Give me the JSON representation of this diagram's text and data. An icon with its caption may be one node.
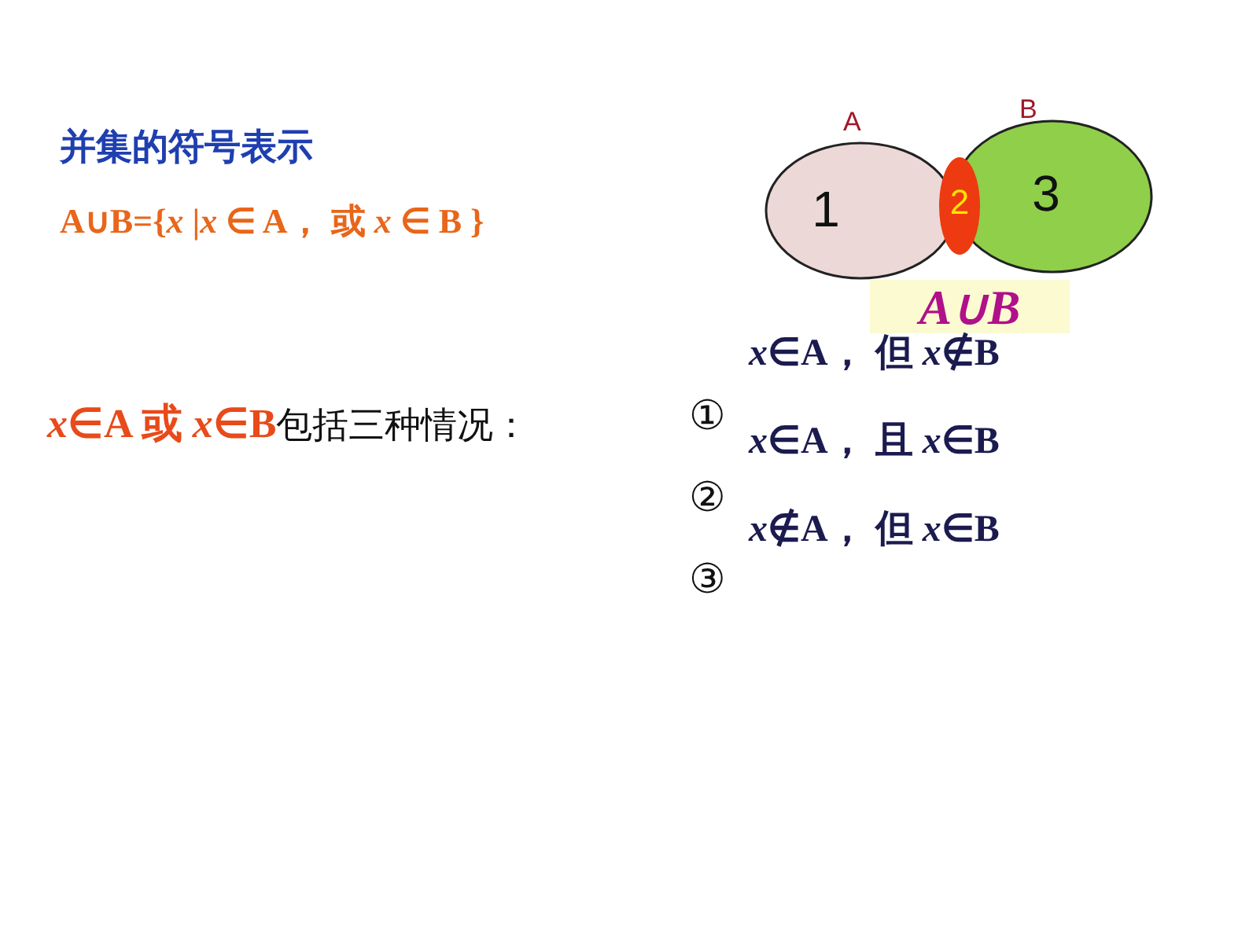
{
  "diagram": {
    "title": "并集的符号表示",
    "nodes": [
      {
        "text": [
          "1"
        ],
        "beside": [
          "A"
        ]
      },
      {
        "text": [
          "3"
        ],
        "beside": [
          "B"
        ]
      },
      {
        "text": [
          "2"
        ]
      }
    ],
    "labels": [
      "A∪B={*x* |*x* ∈ A， 或 *x* ∈ B }",
      "A∪B",
      "*x*∈A 或 *x*∈B",
      "包括三种情况：",
      "①",
      "*x*∈A， 但 *x*∉B",
      "②",
      "*x*∈A， 且 *x*∈B",
      "③",
      "*x*∉A， 但 *x*∈B"
    ]
  }
}
